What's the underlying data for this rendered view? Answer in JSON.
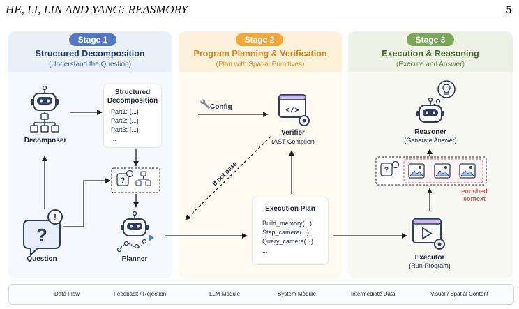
{
  "header": {
    "left": "HE, LI, LIN AND YANG: REASMORY",
    "page_number": "5"
  },
  "colors": {
    "stage1": "#5477c4",
    "stage2": "#f2a93b",
    "stage3": "#7aa85a",
    "robot": "#2c3e66"
  },
  "stage1": {
    "pill": "Stage 1",
    "title": "Structured Decomposition",
    "subtitle": "(Understand the Question)",
    "decomposer": "Decomposer",
    "question": "Question",
    "planner": "Planner",
    "sd_box": {
      "title1": "Structured",
      "title2": "Decomposition",
      "lines": [
        "Part1: {...}",
        "Part2: {...}",
        "Part3: {...}",
        "..."
      ]
    }
  },
  "stage2": {
    "pill": "Stage 2",
    "title": "Program Planning & Verification",
    "subtitle": "(Plan with Spatial Primitives)",
    "config": "Config",
    "verifier": "Verifier",
    "verifier_sub": "(AST Compiler)",
    "if_not_pass": "if not pass",
    "plan": {
      "title": "Execution Plan",
      "lines": [
        "Build_memory(...)",
        "Step_camera(...)",
        "Query_camera(...)",
        "..."
      ]
    }
  },
  "stage3": {
    "pill": "Stage 3",
    "title": "Execution & Reasoning",
    "subtitle": "(Execute and Answer)",
    "reasoner": "Reasoner",
    "reasoner_sub": "(Generate Answer)",
    "enriched1": "enriched",
    "enriched2": "context",
    "executor": "Executor",
    "executor_sub": "(Run Program)"
  },
  "legend": {
    "data_flow": "Data Flow",
    "feedback": "Feedback / Rejection",
    "llm": "LLM Module",
    "system": "System Module",
    "intermediate": "Intermediate Data",
    "visual": "Visual / Spatial Content"
  }
}
